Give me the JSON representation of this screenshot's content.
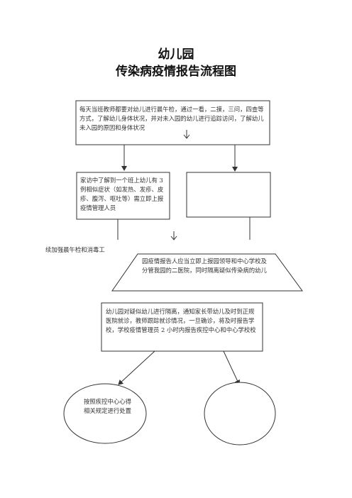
{
  "title": {
    "line1": "幼儿园",
    "line2": "传染病疫情报告流程图"
  },
  "nodes": {
    "daily_check": "每天当班教师都要对幼儿进行晨午检，通过一看，二摸，三问，四查等方式，了解幼儿身体状况，并对未入园的幼儿进行追踪访问，了解幼儿未入园的原因和身体状况",
    "home_visit": "家访中了解到一个班上幼儿有 3 例相似症状（如发热、发疹、皮疹、腹泻、呕吐等）需立即上报疫情管理人员",
    "empty_box": "",
    "side_note": "续加强晨午检和消毒工",
    "report": "园疫情报告人应当立即上报园领导和中心学校及分管我园的二医院，同时隔离疑似传染病的幼儿",
    "isolate": "幼儿园对疑似幼儿进行隔离，通知家长带幼儿及时到正规医院就诊，教师跟踪就诊情况，一旦确诊，将及时报告学校，学校疫情管理员 2 小时内报告疾控中心和中心学校校",
    "follow_cdc": "按照疾控中心心得相关规定进行处置",
    "empty_circle": ""
  },
  "colors": {
    "line": "#333333",
    "text": "#333333"
  }
}
